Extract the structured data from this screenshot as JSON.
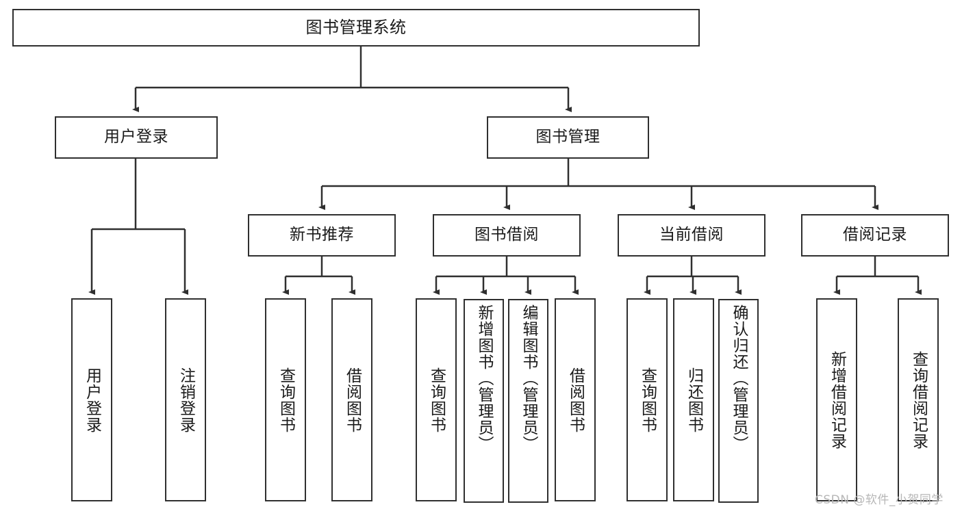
{
  "diagram": {
    "title": "图书管理系统",
    "type": "tree-hierarchy-chart",
    "watermark": "CSDN @软件_小贺同学",
    "colors": {
      "border": "#2f2f2f",
      "fill": "#ffffff",
      "edge": "#2f2f2f",
      "text": "#1a1a1a",
      "watermark": "#b7b7b7"
    },
    "root": {
      "label": "图书管理系统"
    },
    "level2": [
      {
        "label": "用户登录"
      },
      {
        "label": "图书管理"
      }
    ],
    "level3": [
      {
        "label": "新书推荐"
      },
      {
        "label": "图书借阅"
      },
      {
        "label": "当前借阅"
      },
      {
        "label": "借阅记录"
      }
    ],
    "leaves_user_login": [
      {
        "label": "用户登录"
      },
      {
        "label": "注销登录"
      }
    ],
    "leaves_new_book": [
      {
        "label": "查询图书"
      },
      {
        "label": "借阅图书"
      }
    ],
    "leaves_borrow": [
      {
        "label": "查询图书"
      },
      {
        "label": "新增图书（管理员）"
      },
      {
        "label": "编辑图书（管理员）"
      },
      {
        "label": "借阅图书"
      }
    ],
    "leaves_current": [
      {
        "label": "查询图书"
      },
      {
        "label": "归还图书"
      },
      {
        "label": "确认归还（管理员）"
      }
    ],
    "leaves_record": [
      {
        "label": "新增借阅记录"
      },
      {
        "label": "查询借阅记录"
      }
    ]
  }
}
